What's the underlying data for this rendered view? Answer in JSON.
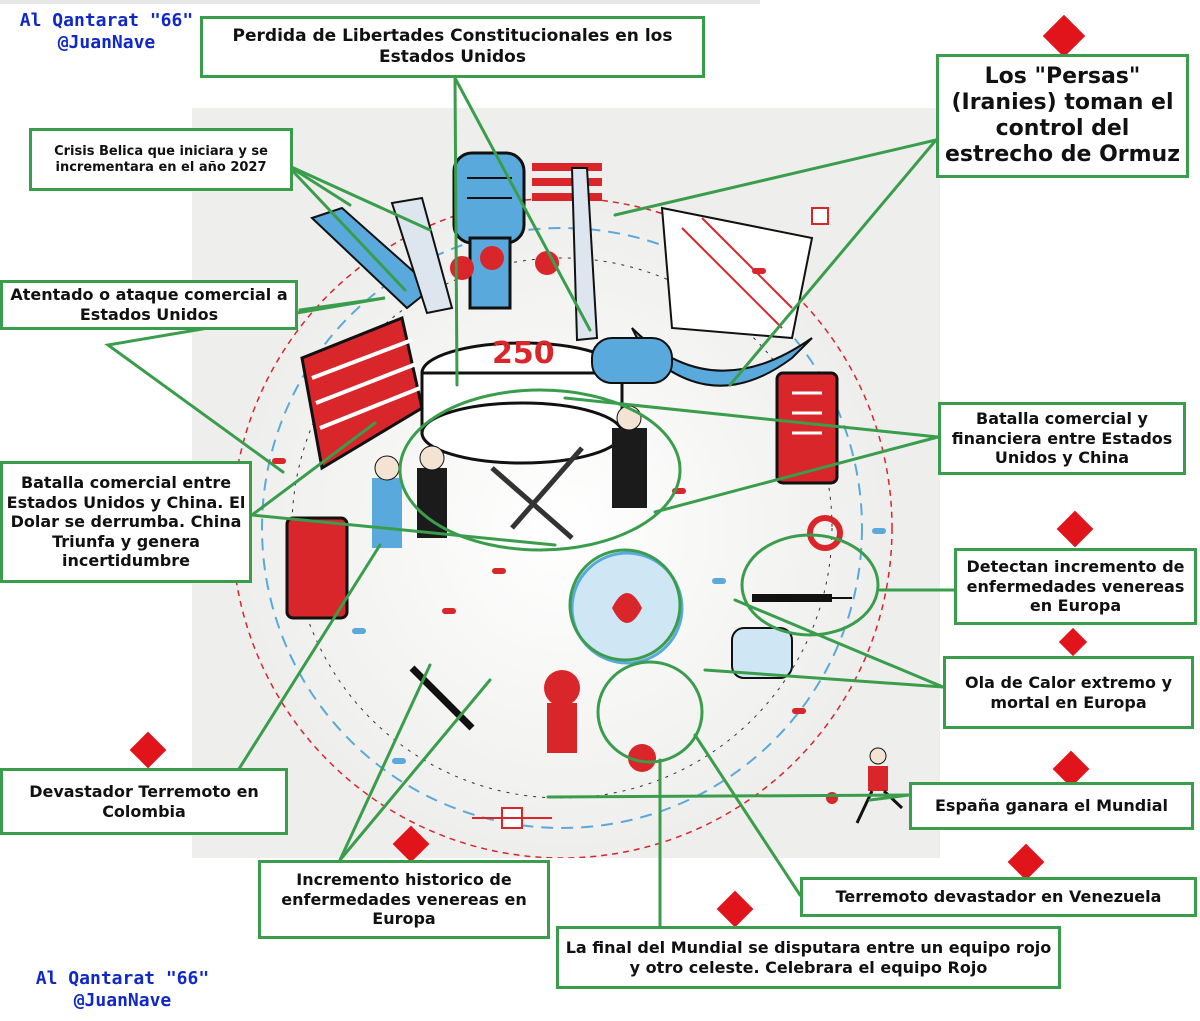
{
  "watermark": {
    "top_line1": "Al Qantarat \"66\"",
    "top_line2": "@JuanNave",
    "bottom_line1": "Al Qantarat \"66\"",
    "bottom_line2": "@JuanNave"
  },
  "illustration": {
    "cake_number": "250"
  },
  "labels": {
    "libertades": "Perdida de Libertades Constitucionales en los Estados Unidos",
    "persas": "Los \"Persas\" (Iranies) toman el control del estrecho de Ormuz",
    "crisis": "Crisis Belica que iniciara y se incrementara en el año 2027",
    "atentado": "Atentado o ataque comercial a Estados Unidos",
    "batalla_right": "Batalla comercial y financiera entre Estados Unidos y China",
    "batalla_left": "Batalla comercial entre Estados Unidos y China. El Dolar se derrumba. China Triunfa y genera incertidumbre",
    "detectan": "Detectan incremento de enfermedades venereas en Europa",
    "ola_calor": "Ola de Calor extremo y mortal en Europa",
    "colombia": "Devastador Terremoto en Colombia",
    "espana": "España ganara el Mundial",
    "incremento": "Incremento historico de enfermedades venereas en Europa",
    "venezuela": "Terremoto devastador en Venezuela",
    "final": "La final del Mundial se disputara entre un equipo rojo y otro celeste. Celebrara el equipo Rojo"
  },
  "colors": {
    "box_border": "#3a9d4c",
    "connector": "#3a9d4c",
    "diamond": "#e1141c",
    "watermark": "#1028c8",
    "illustration_red": "#d8262b",
    "illustration_blue": "#5aa9dc"
  }
}
